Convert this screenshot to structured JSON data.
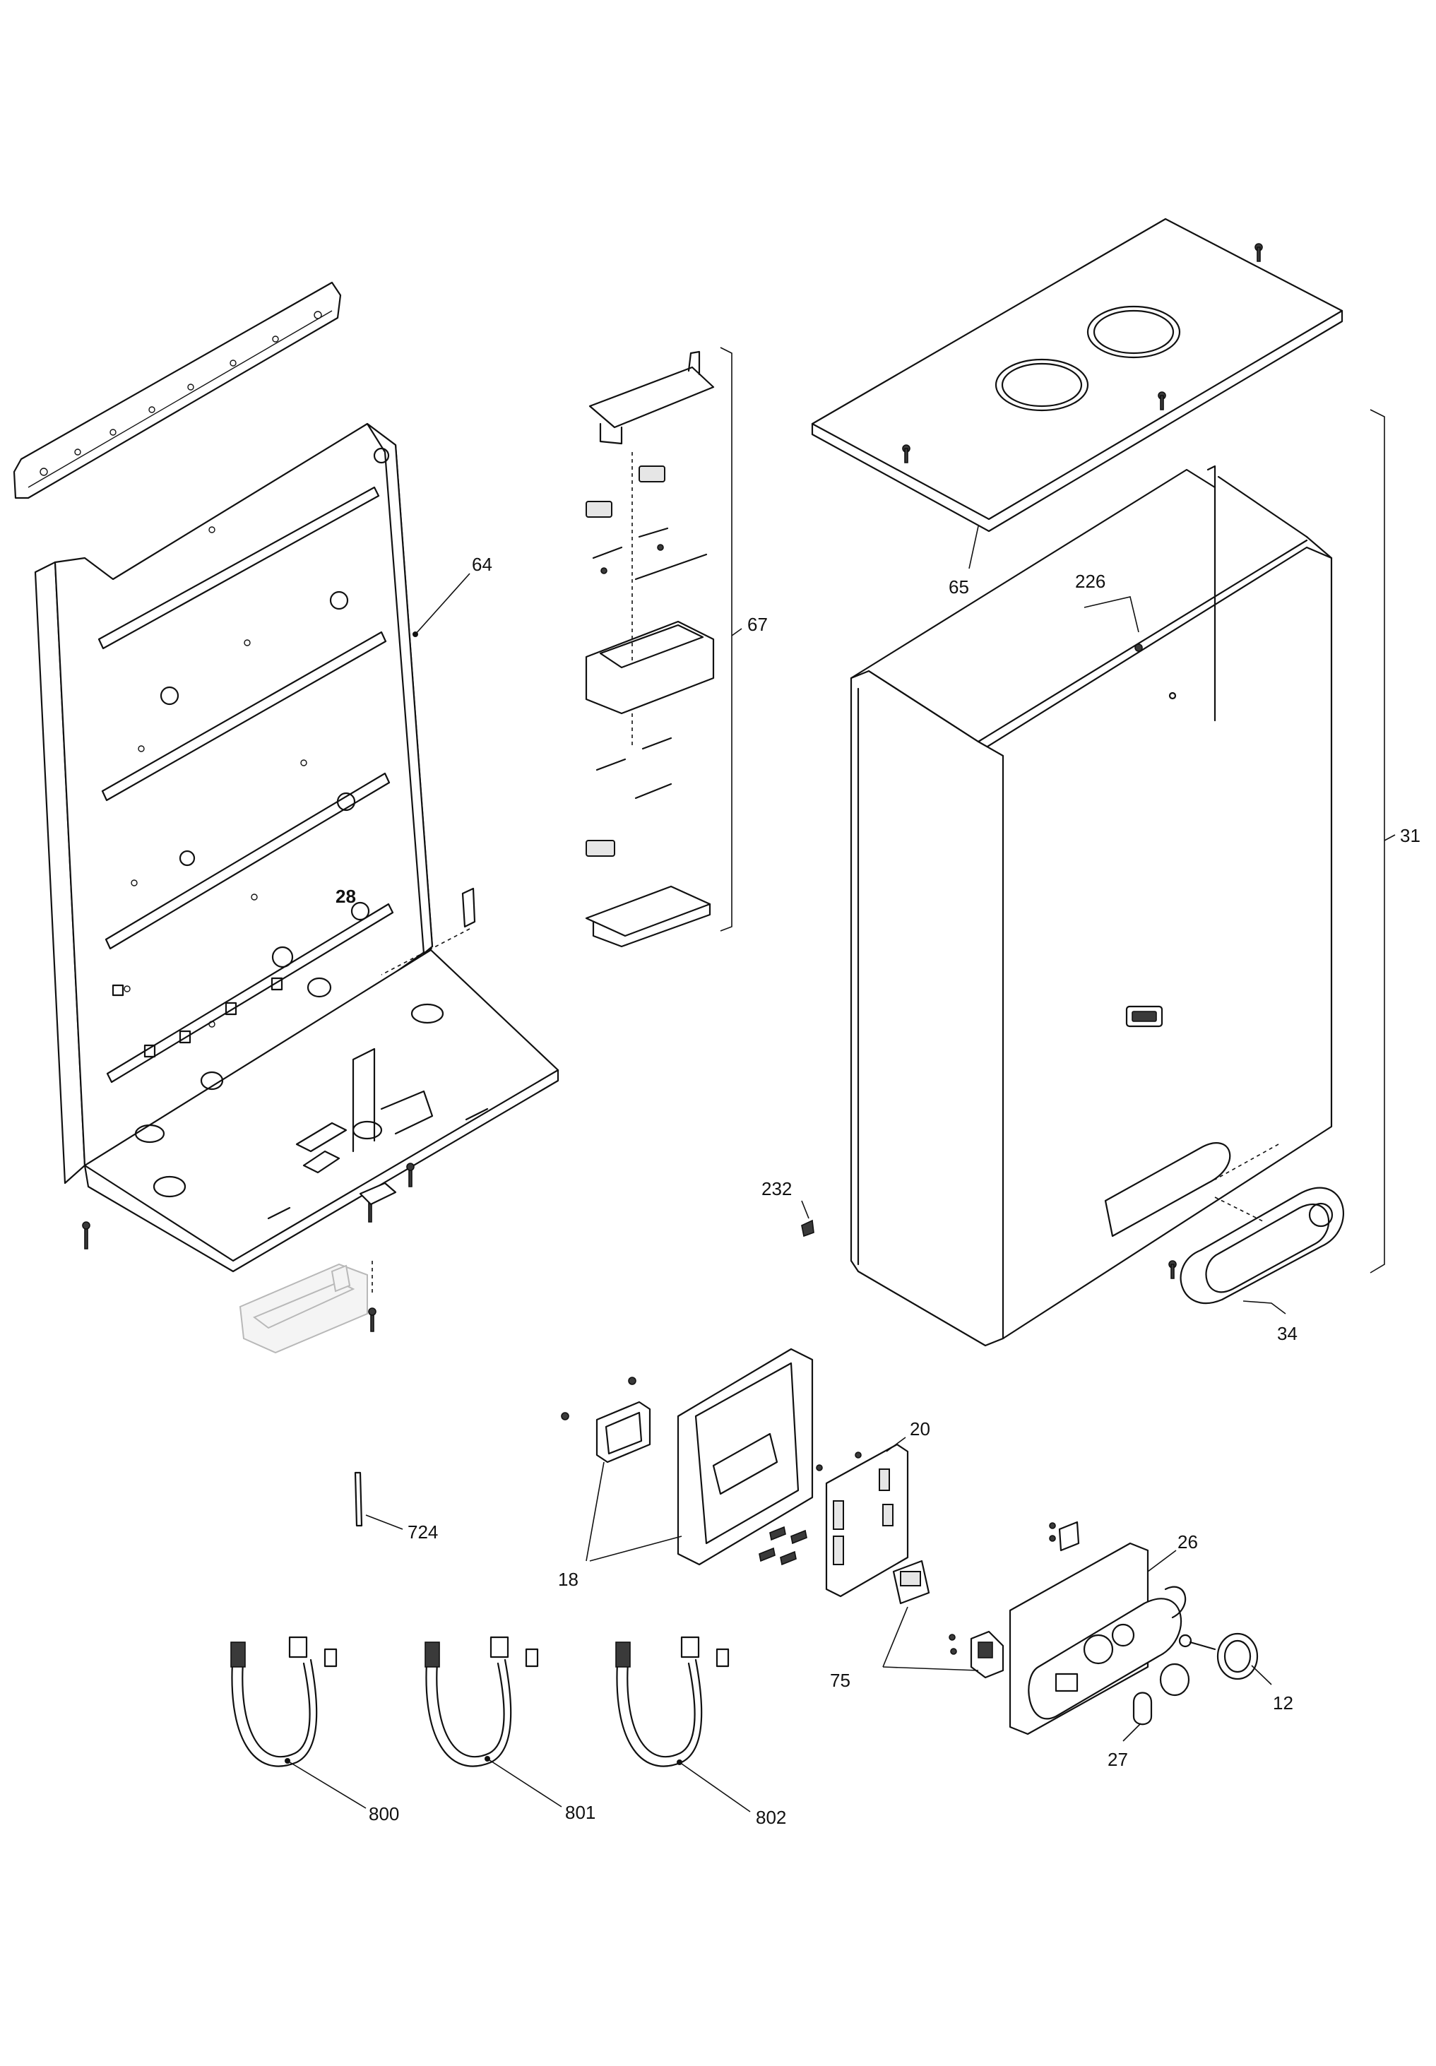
{
  "callouts": {
    "c64": "64",
    "c67": "67",
    "c65": "65",
    "c226": "226",
    "c31": "31",
    "c232": "232",
    "c34": "34",
    "c20": "20",
    "c724": "724",
    "c18": "18",
    "c26": "26",
    "c75": "75",
    "c12": "12",
    "c27": "27",
    "c800": "800",
    "c801": "801",
    "c802": "802"
  },
  "frame_stamp": "28"
}
